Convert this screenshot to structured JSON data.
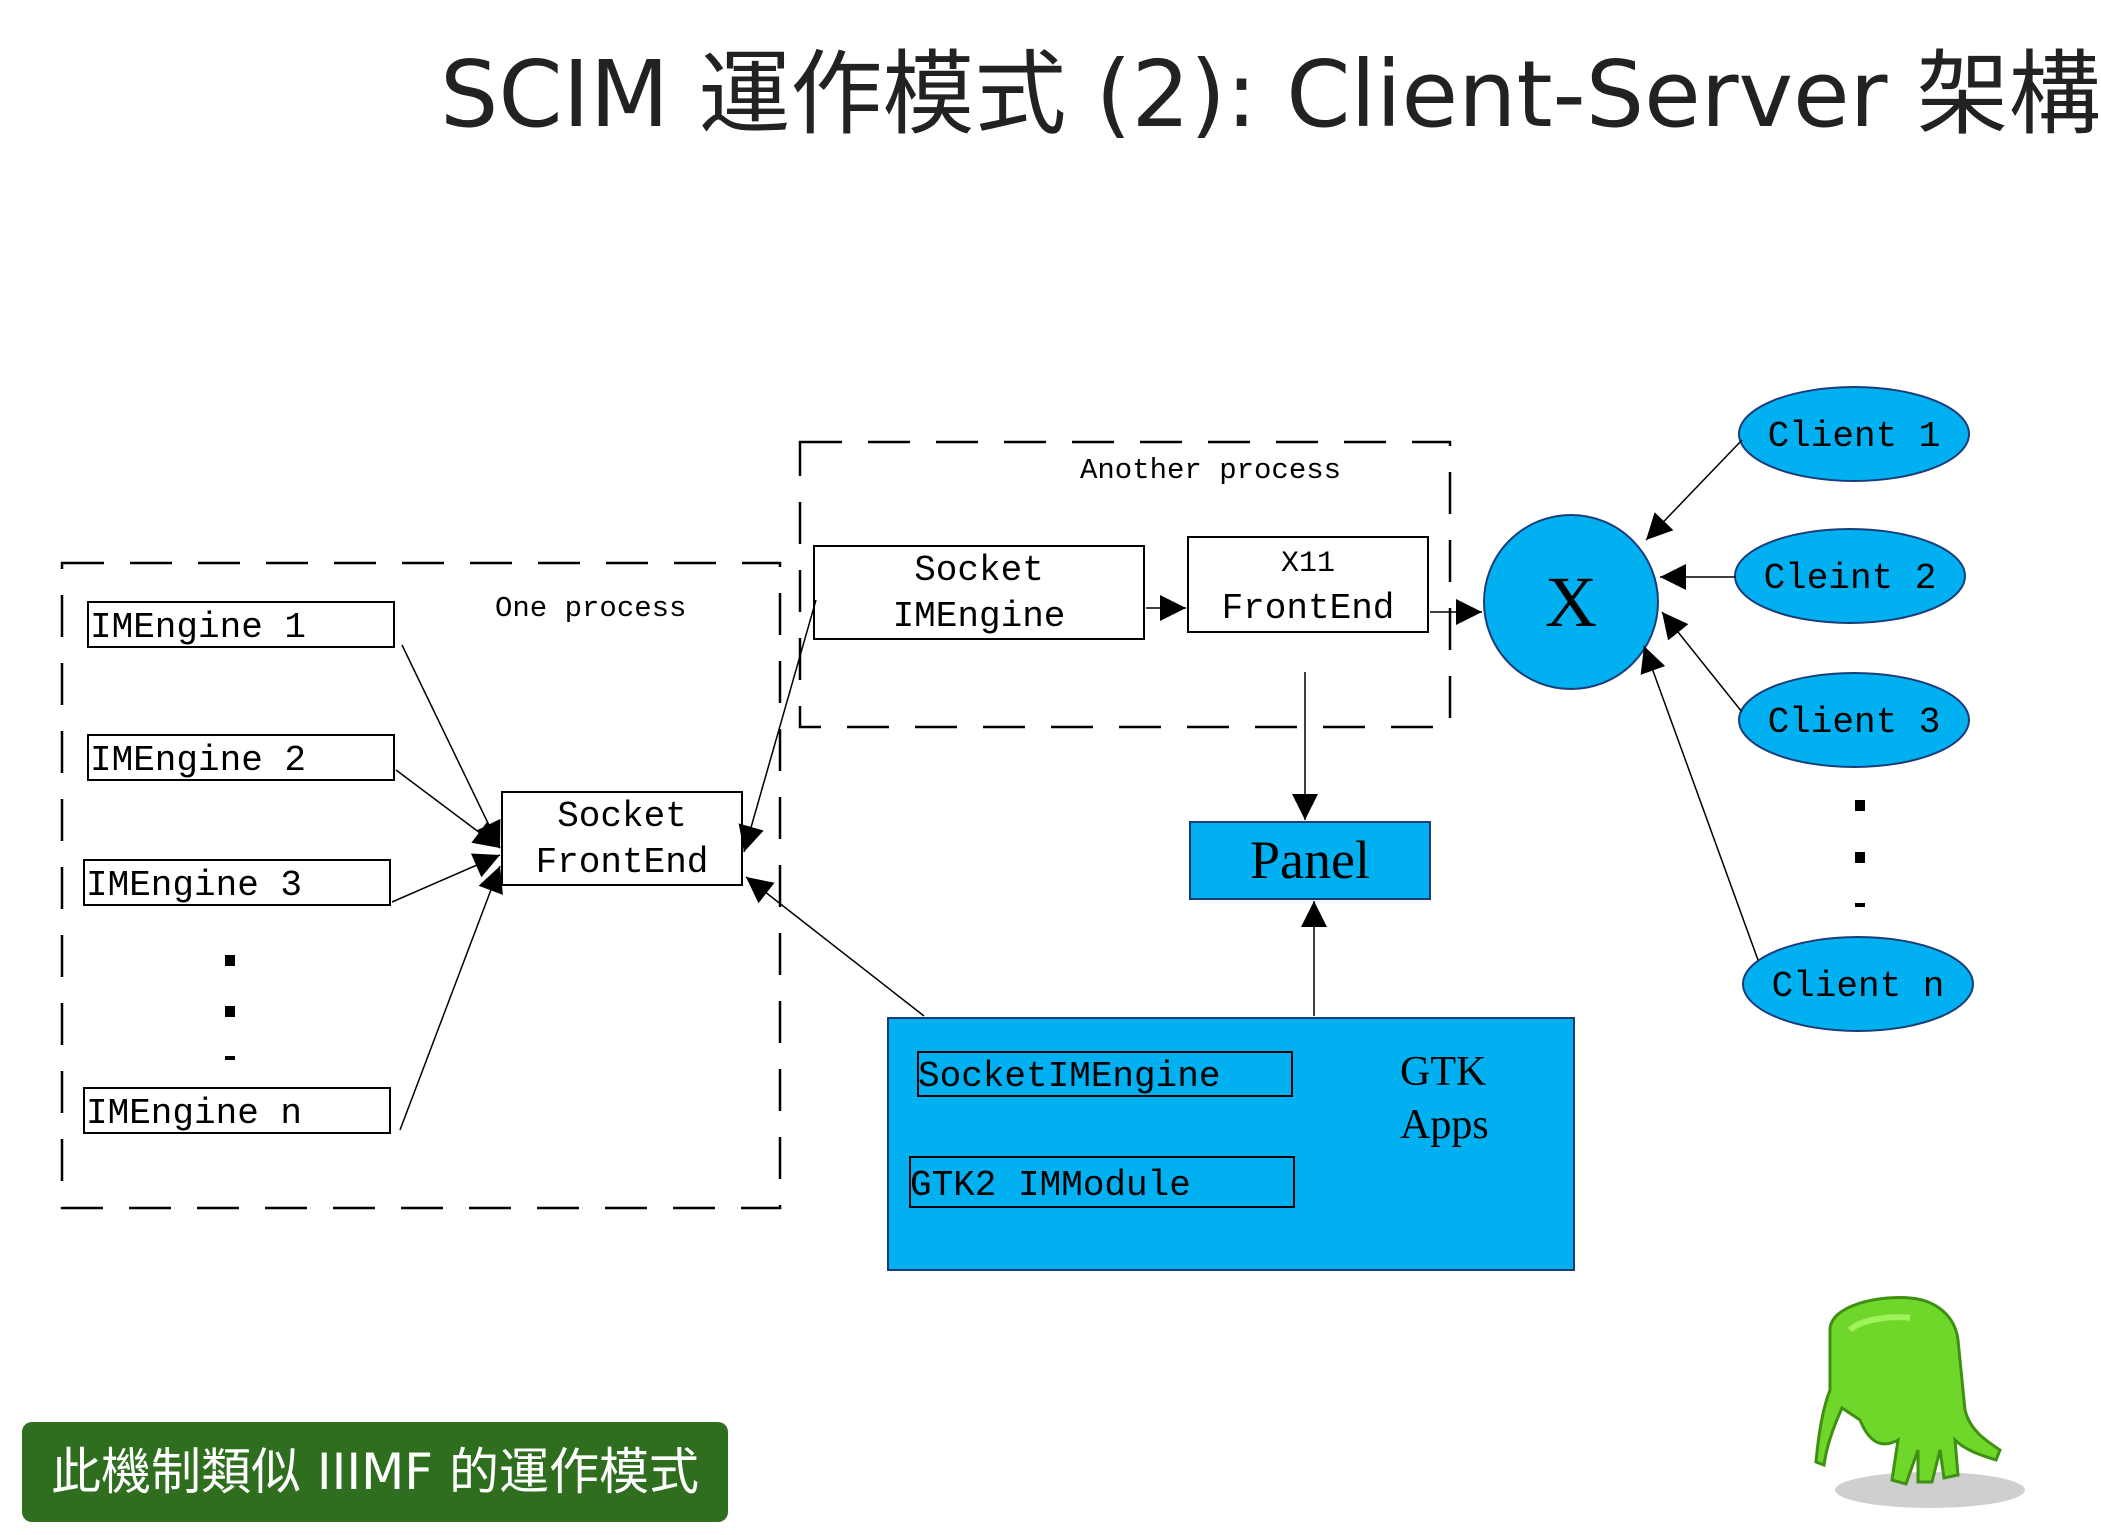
{
  "title": {
    "main": "SCIM 運作模式 (2): Client-Server 架構"
  },
  "diagram": {
    "one_process_label": "One process",
    "another_process_label": "Another process",
    "imengines": [
      "IMEngine 1",
      "IMEngine 2",
      "IMEngine 3",
      "IMEngine n"
    ],
    "socket_frontend": [
      "Socket",
      "FrontEnd"
    ],
    "socket_imengine": [
      "Socket",
      "IMEngine"
    ],
    "x11_frontend": [
      "X11",
      "FrontEnd"
    ],
    "x_server": "X",
    "clients": [
      "Client 1",
      "Cleint 2",
      "Client 3",
      "Client n"
    ],
    "panel": "Panel",
    "gtk_socket_imengine": "SocketIMEngine",
    "gtk2_immodule": "GTK2 IMModule",
    "gtk_apps": [
      "GTK",
      "Apps"
    ],
    "colors": {
      "fill": "#00b0f0",
      "stroke": "#1a3d7a"
    }
  },
  "note": {
    "text": "此機制類似 IIIMF 的運作模式"
  },
  "decoration": {
    "mascot": "green-hand-mascot-icon"
  }
}
